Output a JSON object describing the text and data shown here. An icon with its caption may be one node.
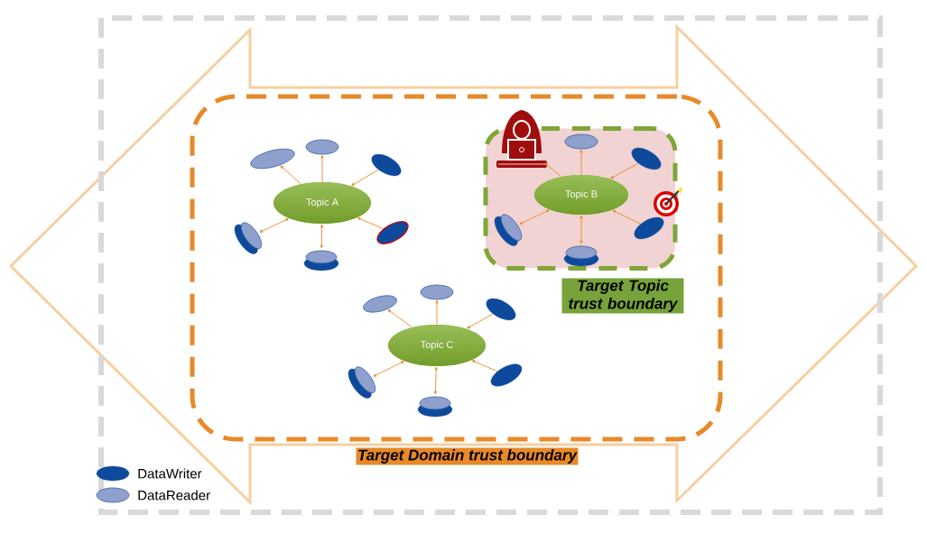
{
  "diagram": {
    "nodes": [
      {
        "text": [
          "Target Domain trust boundary"
        ]
      },
      {
        "text": [
          "Topic A"
        ],
        "in": 0
      },
      {
        "text": [],
        "shape": "ellipse",
        "in": 0
      },
      {
        "text": [],
        "shape": "ellipse",
        "in": 0
      },
      {
        "text": [],
        "shape": "ellipse",
        "in": 0
      },
      {
        "text": [],
        "shape": "ellipse",
        "in": 0
      },
      {
        "text": [],
        "shape": "cylinder",
        "in": 0
      },
      {
        "text": [],
        "shape": "cylinder",
        "in": 0
      },
      {
        "text": [
          "Target Topic trust boundary"
        ],
        "in": 0
      },
      {
        "text": [
          "Topic B"
        ],
        "in": 8
      },
      {
        "text": [],
        "shape": "person",
        "in": 0
      },
      {
        "text": [],
        "shape": "ellipse",
        "in": 8
      },
      {
        "text": [],
        "shape": "ellipse",
        "in": 8
      },
      {
        "text": [],
        "shape": "ellipse",
        "in": 8
      },
      {
        "text": [],
        "shape": "cylinder",
        "in": 8
      },
      {
        "text": [],
        "shape": "cylinder",
        "in": 8
      },
      {
        "text": [
          "Topic C"
        ],
        "in": 0
      },
      {
        "text": [],
        "shape": "ellipse",
        "in": 0
      },
      {
        "text": [],
        "shape": "ellipse",
        "in": 0
      },
      {
        "text": [],
        "shape": "ellipse",
        "in": 0
      },
      {
        "text": [],
        "shape": "ellipse",
        "in": 0
      },
      {
        "text": [],
        "shape": "cylinder",
        "in": 0
      },
      {
        "text": [],
        "shape": "cylinder",
        "in": 0
      }
    ],
    "edges": [
      {
        "from": 1,
        "to": 2,
        "arrow": "to"
      },
      {
        "from": 1,
        "to": 3,
        "arrow": "to"
      },
      {
        "from": 4,
        "to": 1,
        "arrow": "to"
      },
      {
        "from": 5,
        "to": 1,
        "arrow": "to"
      },
      {
        "from": 1,
        "to": 6,
        "arrow": "both"
      },
      {
        "from": 1,
        "to": 7,
        "arrow": "both"
      },
      {
        "from": 9,
        "to": 10,
        "arrow": "to"
      },
      {
        "from": 9,
        "to": 11,
        "arrow": "to"
      },
      {
        "from": 12,
        "to": 9,
        "arrow": "to"
      },
      {
        "from": 13,
        "to": 9,
        "arrow": "to"
      },
      {
        "from": 9,
        "to": 14,
        "arrow": "both"
      },
      {
        "from": 9,
        "to": 15,
        "arrow": "both"
      },
      {
        "from": 16,
        "to": 17,
        "arrow": "to"
      },
      {
        "from": 16,
        "to": 18,
        "arrow": "to"
      },
      {
        "from": 19,
        "to": 16,
        "arrow": "to"
      },
      {
        "from": 20,
        "to": 16,
        "arrow": "to"
      },
      {
        "from": 16,
        "to": 21,
        "arrow": "both"
      },
      {
        "from": 16,
        "to": 22,
        "arrow": "both"
      }
    ],
    "legend": [
      {
        "text": "DataWriter"
      },
      {
        "text": "DataReader"
      }
    ]
  }
}
